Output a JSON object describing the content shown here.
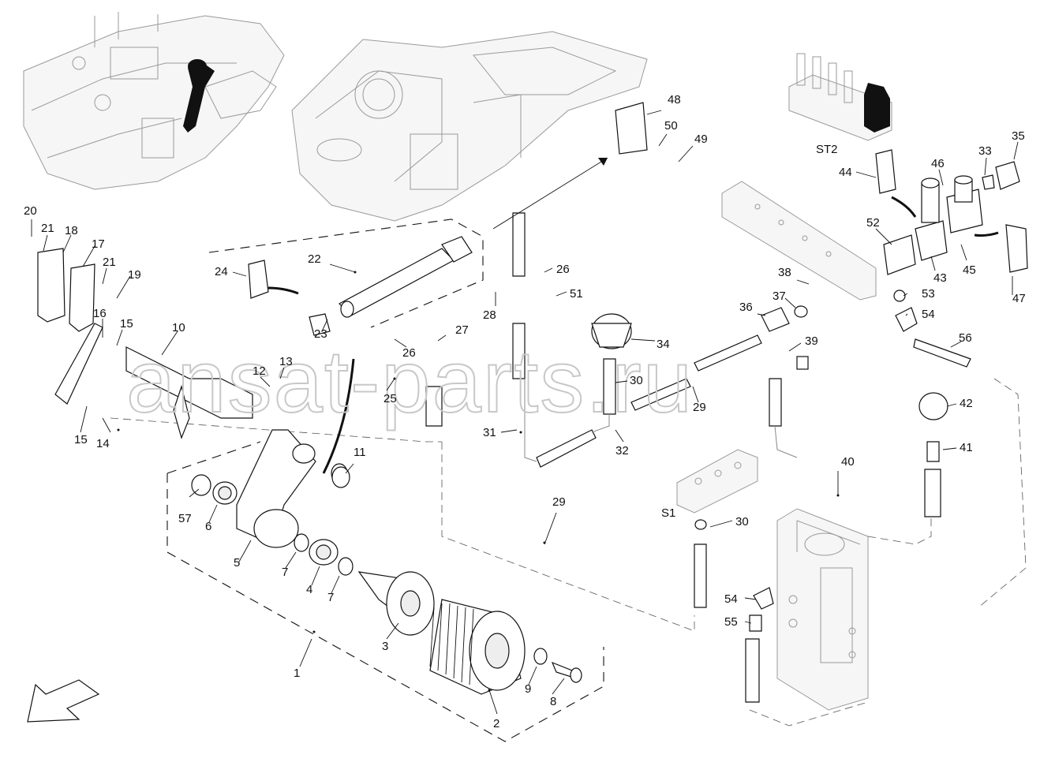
{
  "diagram": {
    "watermark": "ansat-parts.ru",
    "group_labels": {
      "st2": "ST2",
      "s1": "S1"
    },
    "callouts": {
      "c1": "1",
      "c2": "2",
      "c3": "3",
      "c4": "4",
      "c5": "5",
      "c6": "6",
      "c7a": "7",
      "c7b": "7",
      "c8": "8",
      "c9": "9",
      "c10": "10",
      "c11": "11",
      "c12": "12",
      "c13": "13",
      "c14": "14",
      "c15a": "15",
      "c15b": "15",
      "c16": "16",
      "c17": "17",
      "c18": "18",
      "c19": "19",
      "c20": "20",
      "c21a": "21",
      "c21b": "21",
      "c22": "22",
      "c23": "23",
      "c24": "24",
      "c25": "25",
      "c26a": "26",
      "c26b": "26",
      "c27": "27",
      "c28": "28",
      "c29a": "29",
      "c29b": "29",
      "c30a": "30",
      "c30b": "30",
      "c31": "31",
      "c32": "32",
      "c33": "33",
      "c34": "34",
      "c35": "35",
      "c36": "36",
      "c37": "37",
      "c38": "38",
      "c39": "39",
      "c40": "40",
      "c41": "41",
      "c42": "42",
      "c43": "43",
      "c44": "44",
      "c45": "45",
      "c46": "46",
      "c47": "47",
      "c48": "48",
      "c49": "49",
      "c50": "50",
      "c51": "51",
      "c52": "52",
      "c53": "53",
      "c54a": "54",
      "c54b": "54",
      "c55": "55",
      "c56": "56",
      "c57": "57"
    }
  }
}
